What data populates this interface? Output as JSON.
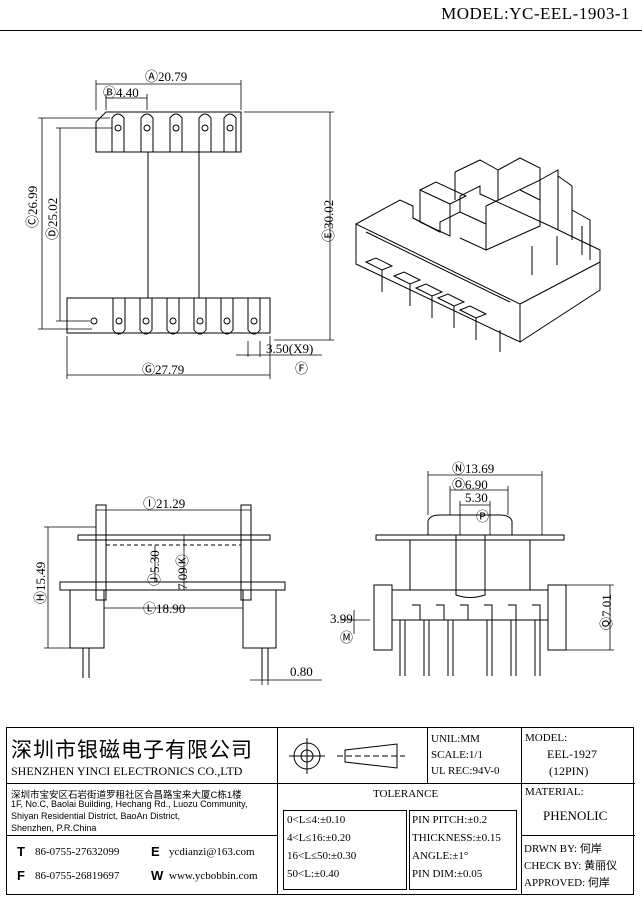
{
  "header": {
    "model_title": "MODEL:YC-EEL-1903-1"
  },
  "dimensions": {
    "A": "Ⓐ20.79",
    "B": "Ⓑ4.40",
    "C": "Ⓒ26.99",
    "D": "Ⓓ25.02",
    "E": "Ⓔ30.02",
    "F": "3.50(X9)",
    "F_marker": "Ⓕ",
    "G": "Ⓖ27.79",
    "H": "Ⓗ15.49",
    "I": "Ⓘ21.29",
    "J": "Ⓙ5.30",
    "K": "7.09Ⓚ",
    "L": "Ⓛ18.90",
    "pin_width": "0.80",
    "M_value": "3.99",
    "M_marker": "Ⓜ",
    "N": "Ⓝ13.69",
    "O": "Ⓞ6.90",
    "P_value": "5.30",
    "P_marker": "Ⓟ",
    "Q": "Ⓠ7.01"
  },
  "titleblock": {
    "company_cn": "深圳市银磁电子有限公司",
    "company_en": "SHENZHEN YINCI ELECTRONICS CO.,LTD",
    "address_cn": "深圳市宝安区石岩街道罗租社区合昌路宝来大厦C栋1楼",
    "address_en1": "1F, No.C, Baolai Building, Hechang Rd., Luozu Community,",
    "address_en2": "Shiyan Residential District, BaoAn District,",
    "address_en3": "Shenzhen, P.R.China",
    "tel_label": "T",
    "tel": "86-0755-27632099",
    "fax_label": "F",
    "fax": "86-0755-26819697",
    "email_label": "E",
    "email": "ycdianzi@163.com",
    "web_label": "W",
    "web": "www.ycbobbin.com",
    "unit": "UNIL:MM",
    "scale": "SCALE:1/1",
    "ul": "UL REC:94V-0",
    "model_label": "MODEL:",
    "model": "EEL-1927",
    "pins": "(12PIN)",
    "material_label": "MATERIAL:",
    "material": "PHENOLIC",
    "tolerance_label": "TOLERANCE",
    "tol_rows": [
      "0<L≤4:±0.10",
      "4<L≤16:±0.20",
      "16<L≤50:±0.30",
      "50<L:±0.40"
    ],
    "spec_rows": [
      "PIN PITCH:±0.2",
      "THICKNESS:±0.15",
      "ANGLE:±1°",
      "PIN DIM:±0.05"
    ],
    "drawn": "DRWN BY: 何岸",
    "check": "CHECK BY: 黄丽仪",
    "approved": "APPROVED: 何岸"
  }
}
